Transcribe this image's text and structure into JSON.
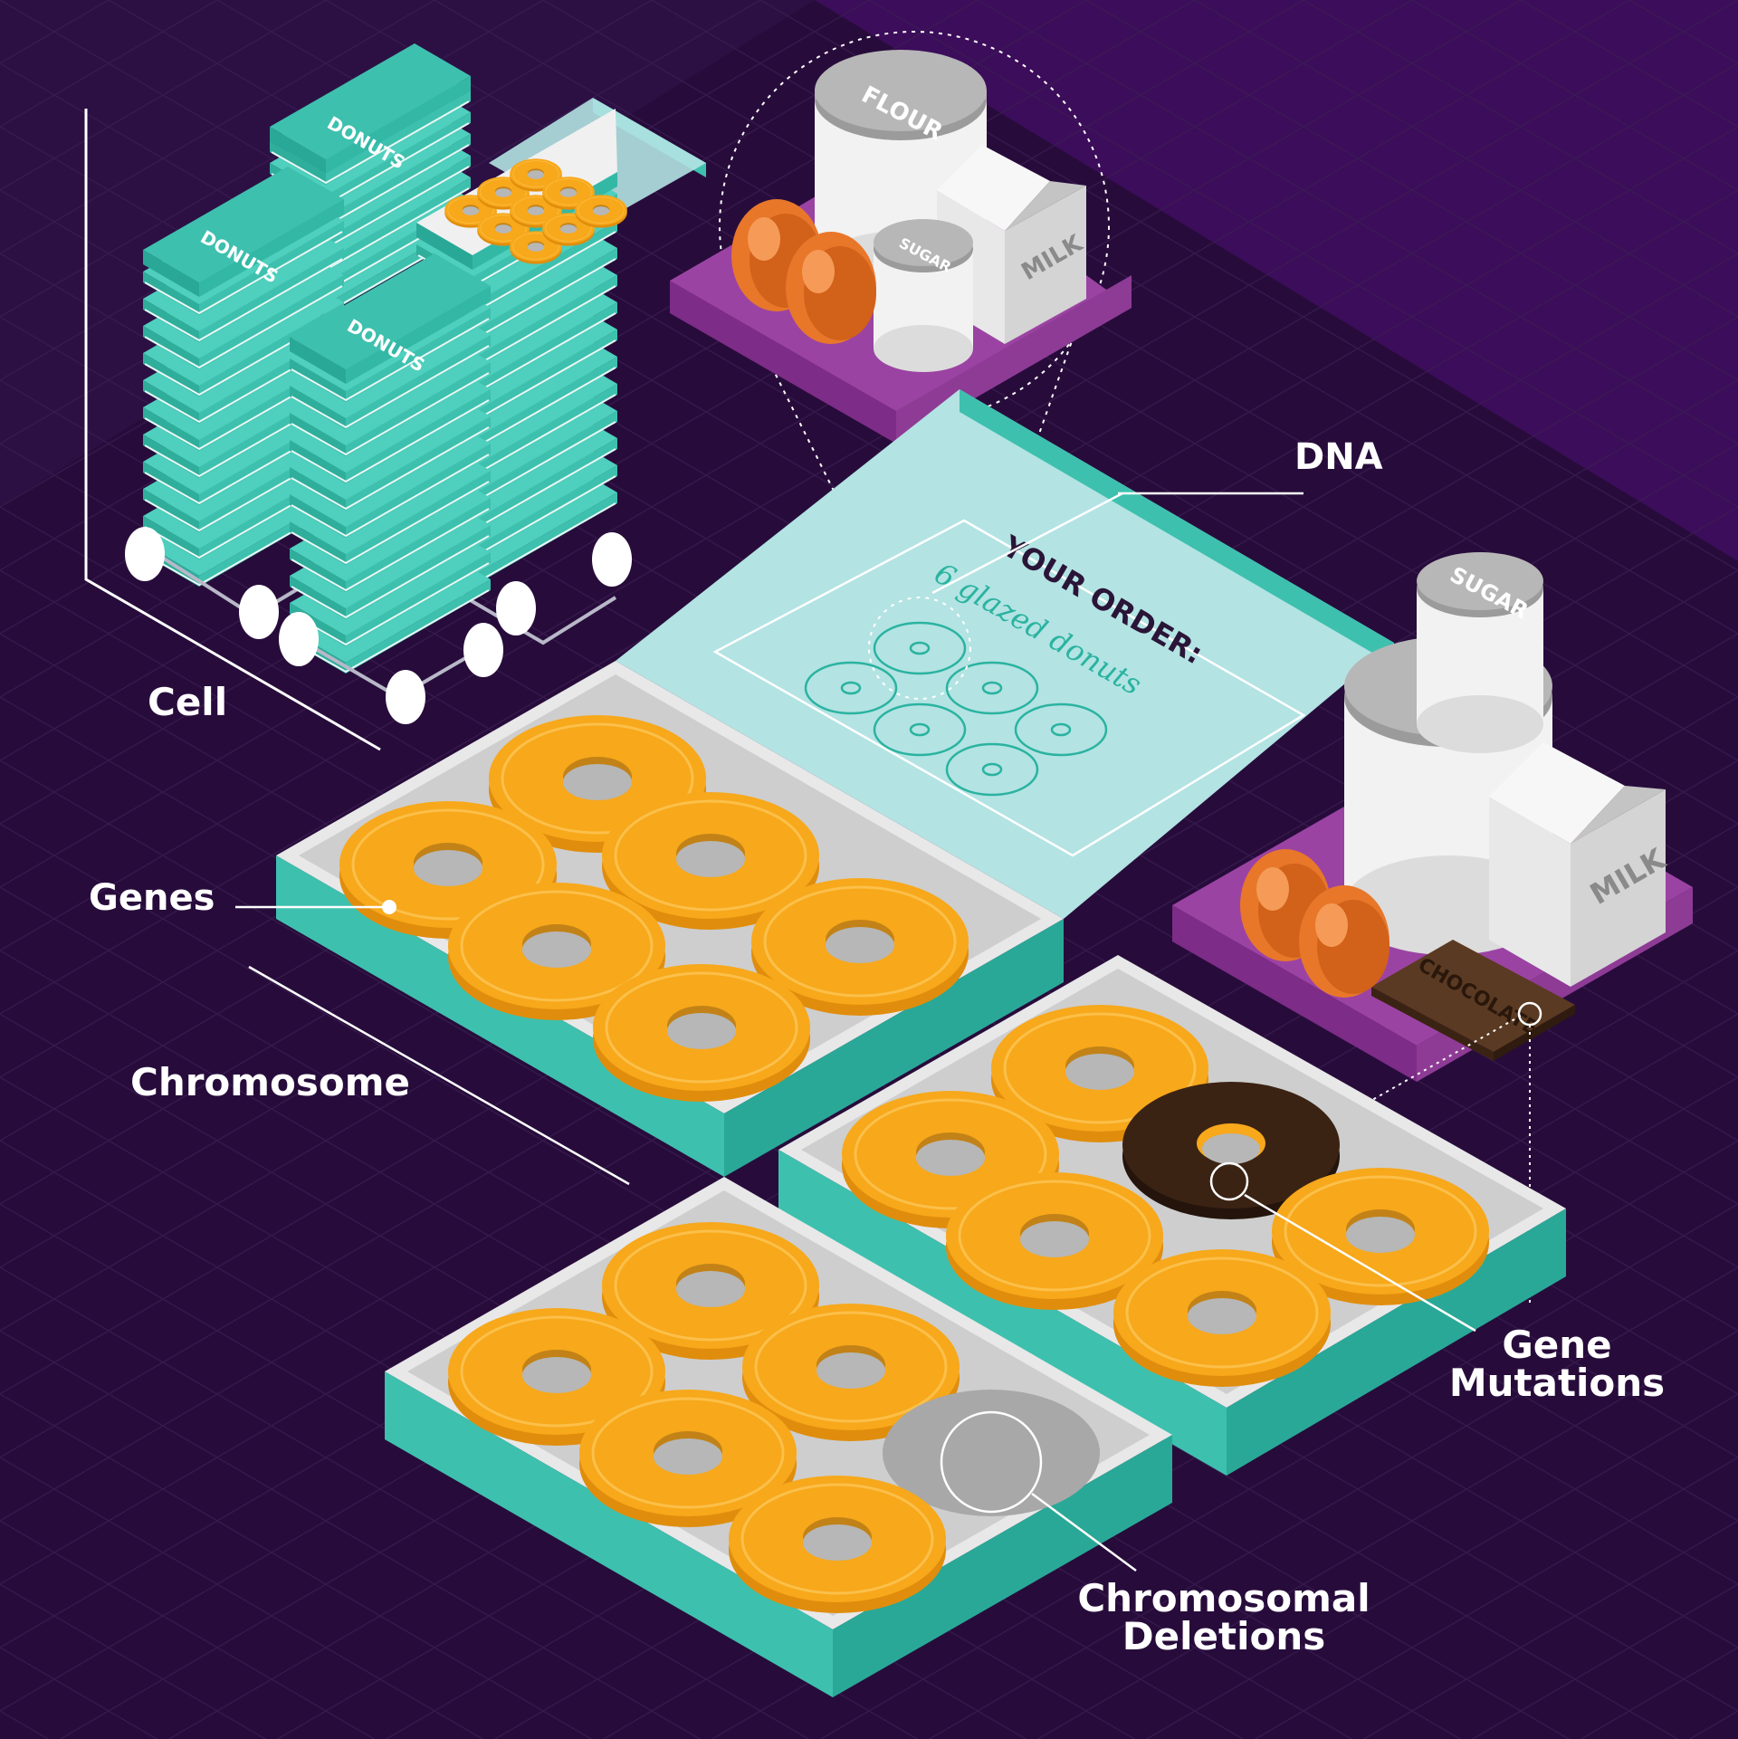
{
  "labels": {
    "cell": "Cell",
    "dna": "DNA",
    "genes": "Genes",
    "chromosome": "Chromosome",
    "gene_mutations_line1": "Gene",
    "gene_mutations_line2": "Mutations",
    "chromosomal_deletions_line1": "Chromosomal",
    "chromosomal_deletions_line2": "Deletions"
  },
  "box_label": "DONUTS",
  "ingredients": {
    "flour": "FLOUR",
    "sugar": "SUGAR",
    "milk": "MILK",
    "chocolate": "CHOCOLATE",
    "flour_partial": "FL"
  },
  "order": {
    "title": "YOUR ORDER:",
    "detail": "6 glazed donuts"
  },
  "colors": {
    "background": "#270c3b",
    "teal": "#3ec0ae",
    "teal_dark": "#2aa897",
    "donut": "#f7a81b",
    "purple_tray": "#8e3b95",
    "egg": "#e8772a",
    "chocolate": "#3b2314"
  }
}
